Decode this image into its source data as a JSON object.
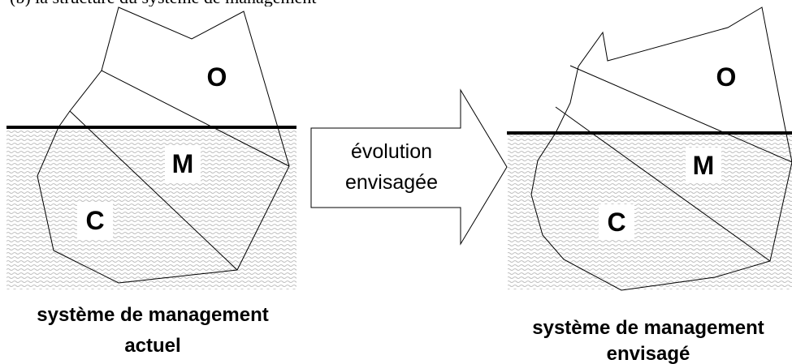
{
  "top_text": "(b) la structure du système de management",
  "arrow": {
    "line1": "évolution",
    "line2": "envisagée"
  },
  "left": {
    "label_o": "O",
    "label_m": "M",
    "label_c": "C",
    "caption_line1": "système de management",
    "caption_line2": "actuel"
  },
  "right": {
    "label_o": "O",
    "label_m": "M",
    "label_c": "C",
    "caption_line1": "système de management",
    "caption_line2": "envisagé"
  },
  "colors": {
    "water_pattern": "#b9b9b9",
    "waterline": "#000000",
    "label_box": "#ffffff"
  }
}
